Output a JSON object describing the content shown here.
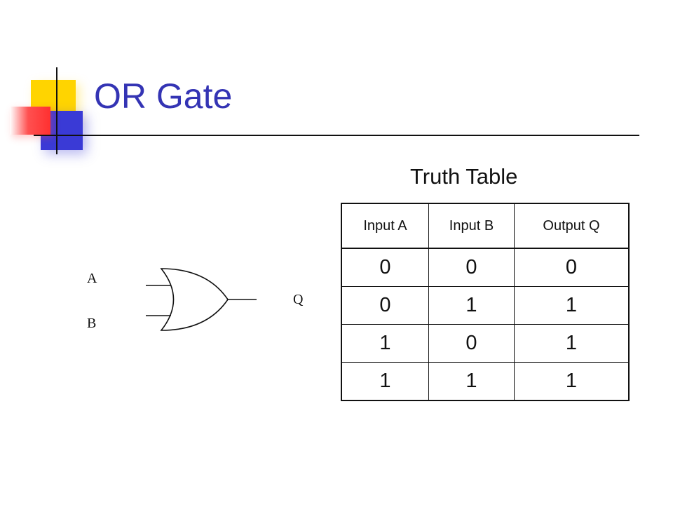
{
  "slide": {
    "title": "OR Gate",
    "truth_table_label": "Truth Table"
  },
  "gate": {
    "input_a": "A",
    "input_b": "B",
    "output": "Q"
  },
  "truth_table": {
    "headers": [
      "Input A",
      "Input B",
      "Output Q"
    ],
    "rows": [
      [
        "0",
        "0",
        "0"
      ],
      [
        "0",
        "1",
        "1"
      ],
      [
        "1",
        "0",
        "1"
      ],
      [
        "1",
        "1",
        "1"
      ]
    ]
  },
  "colors": {
    "title": "#3434b4",
    "accent_yellow": "#ffd400",
    "accent_blue": "#3a3ad6",
    "accent_red": "#ff3030"
  }
}
